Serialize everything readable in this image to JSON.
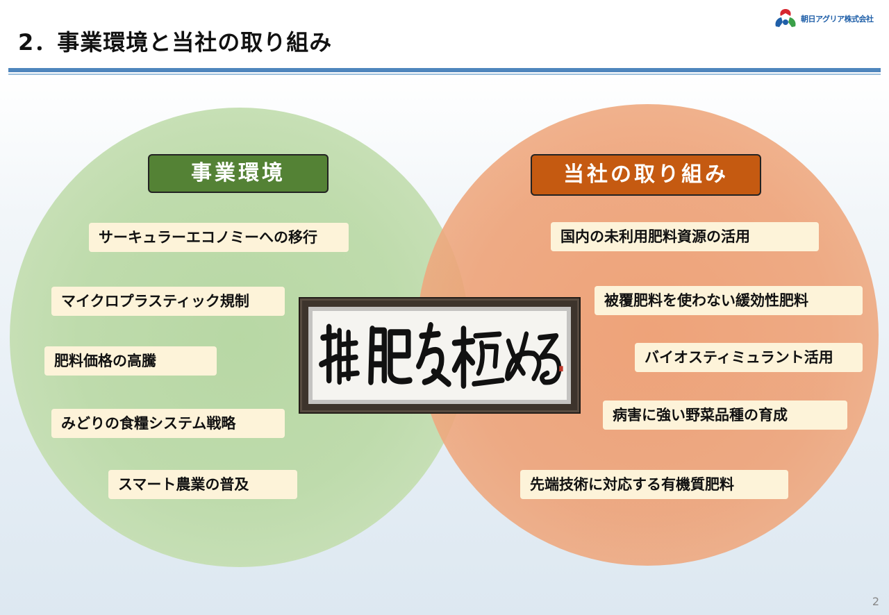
{
  "slide": {
    "title": "2．事業環境と当社の取り組み",
    "page_number": "2"
  },
  "logo": {
    "company": "朝日アグリア株式会社",
    "colors": [
      "#d7262f",
      "#1f5fa8",
      "#3aa049"
    ]
  },
  "left": {
    "heading": "事業環境",
    "color": "#548235",
    "items": [
      "サーキュラーエコノミーへの移行",
      "マイクロプラスティック規制",
      "肥料価格の高騰",
      "みどりの食糧システム戦略",
      "スマート農業の普及"
    ]
  },
  "right": {
    "heading": "当社の取り組み",
    "color": "#c55a11",
    "items": [
      "国内の未利用肥料資源の活用",
      "被覆肥料を使わない緩効性肥料",
      "バイオスティミュラント活用",
      "病害に強い野菜品種の育成",
      "先端技術に対応する有機質肥料"
    ]
  },
  "calligraphy": {
    "text": "堆肥を極める"
  }
}
